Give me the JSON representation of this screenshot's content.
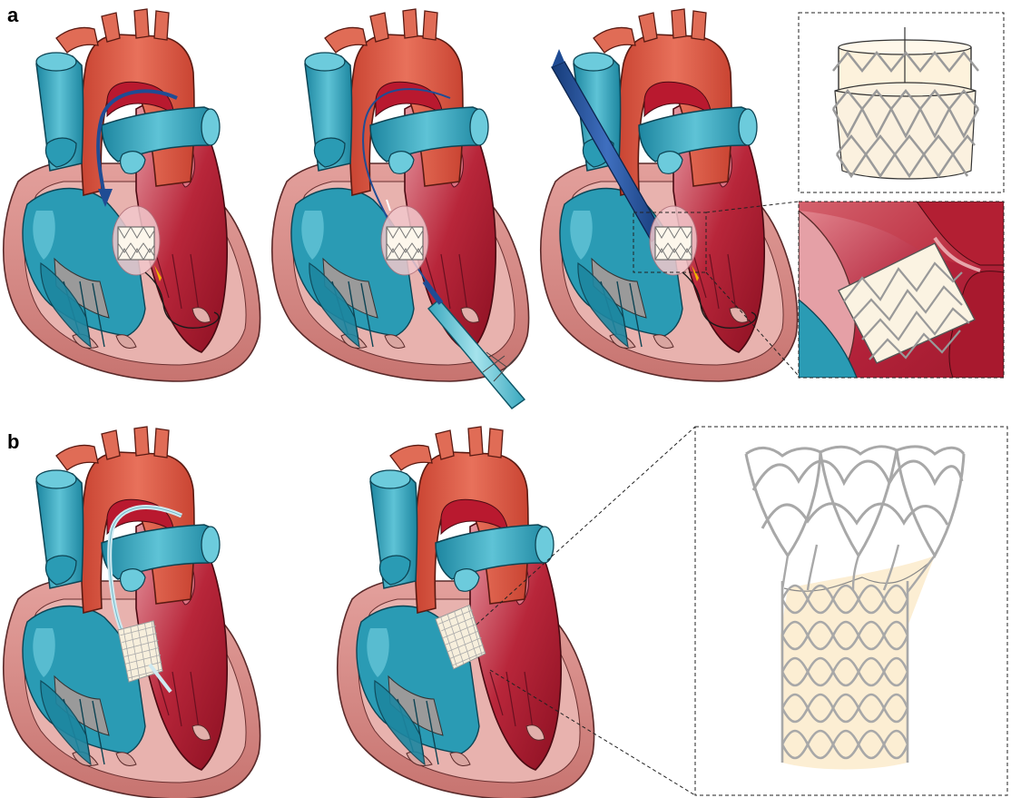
{
  "panels": {
    "a": {
      "label": "a"
    },
    "b": {
      "label": "b"
    }
  },
  "colors": {
    "aorta": "#dd5a45",
    "aorta_dark": "#b03a2c",
    "venous": "#2a9bb4",
    "venous_light": "#5ec3d6",
    "lv_red": "#a8192e",
    "lv_light": "#d86a78",
    "pericardium": "#d98c89",
    "pericardium_dark": "#b8615f",
    "catheter": "#1f4c94",
    "sheath": "#6fcad9",
    "stent_frame": "#b8b8b8",
    "valve_leaflet": "#fdf2dc",
    "valve_tissue": "#f6dcb0"
  },
  "icons": {
    "dashed_inset_border": "dashed-box",
    "heart": "heart-cross-section"
  }
}
